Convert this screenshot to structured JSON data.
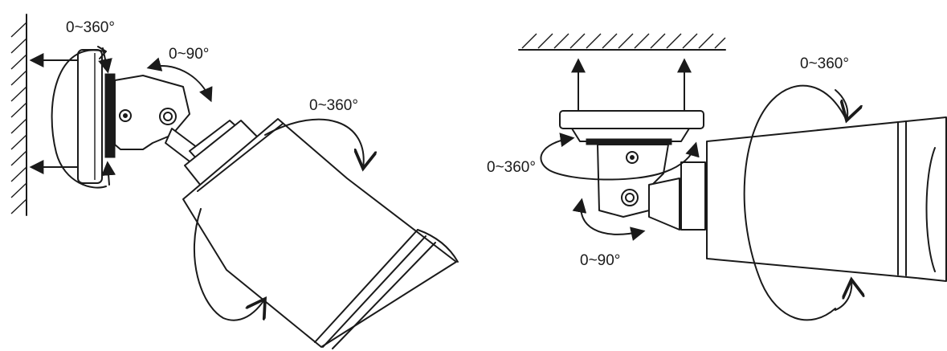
{
  "wall_mount": {
    "base_rotation_label": "0~360°",
    "bracket_tilt_label": "0~90°",
    "camera_rotation_label": "0~360°"
  },
  "ceiling_mount": {
    "camera_rotation_label": "0~360°",
    "base_rotation_label": "0~360°",
    "bracket_tilt_label": "0~90°"
  },
  "colors": {
    "line": "#1a1a1a",
    "background": "#ffffff"
  }
}
